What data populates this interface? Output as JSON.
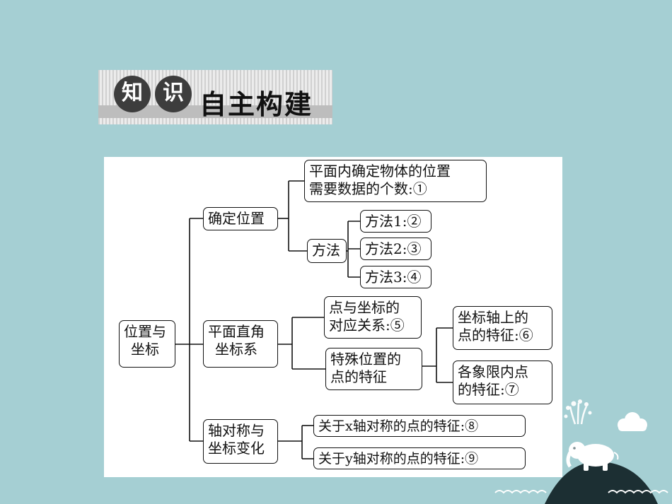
{
  "header": {
    "knob1": "知",
    "knob2": "识",
    "title": "自主构建"
  },
  "diagram": {
    "root": [
      "位置与",
      "坐标"
    ],
    "branch1": "确定位置",
    "b1_leaf1": [
      "平面内确定物体的位置",
      "需要数据的个数:①"
    ],
    "b1_method": "方法",
    "b1_m1": "方法1:②",
    "b1_m2": "方法2:③",
    "b1_m3": "方法3:④",
    "branch2": [
      "平面直角",
      "坐标系"
    ],
    "b2_leaf1": [
      "点与坐标的",
      "对应关系:⑤"
    ],
    "b2_leaf2": [
      "特殊位置的",
      "点的特征"
    ],
    "b2_sub1": [
      "坐标轴上的",
      "点的特征:⑥"
    ],
    "b2_sub2": [
      "各象限内点",
      "的特征:⑦"
    ],
    "branch3": [
      "轴对称与",
      "坐标变化"
    ],
    "b3_leaf1": "关于x轴对称的点的特征:⑧",
    "b3_leaf2": "关于y轴对称的点的特征:⑨"
  },
  "colors": {
    "background": "#a5cfd3",
    "panel": "#ffffff",
    "line": "#111111",
    "hill": "#1c2f33"
  }
}
